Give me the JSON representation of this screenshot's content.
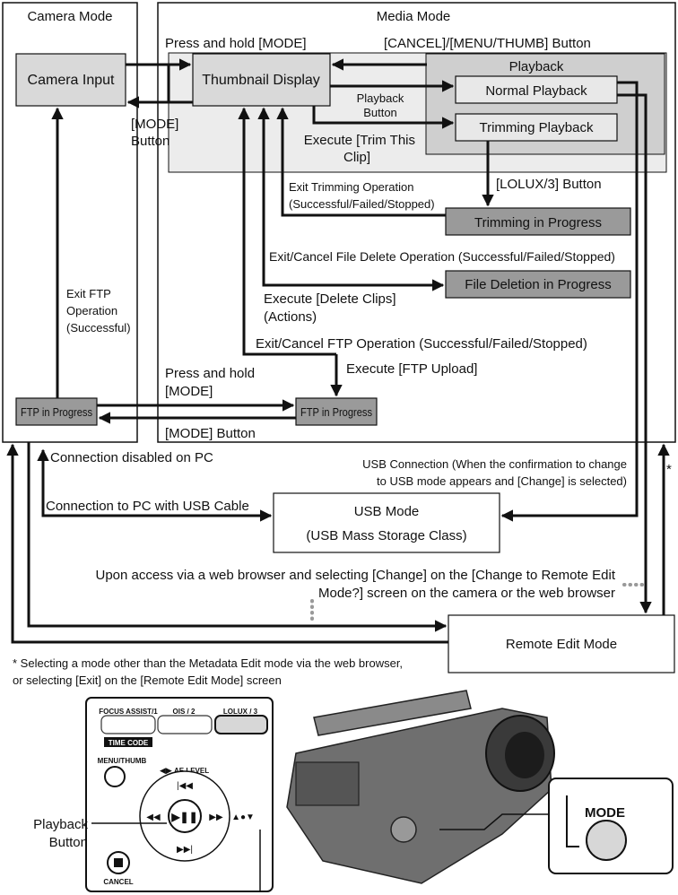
{
  "modes": {
    "camera": "Camera Mode",
    "media": "Media Mode",
    "usb": [
      "USB Mode",
      "(USB Mass Storage Class)"
    ],
    "remote": "Remote Edit Mode"
  },
  "boxes": {
    "camera_input": "Camera Input",
    "thumbnail": "Thumbnail Display",
    "playback": "Playback",
    "normal_playback": "Normal Playback",
    "trimming_playback": "Trimming Playback",
    "trimming_progress": "Trimming in Progress",
    "file_deletion": "File Deletion in Progress",
    "ftp_left": "FTP in Progress",
    "ftp_right": "FTP in Progress"
  },
  "labels": {
    "press_hold_mode_top": "Press and hold [MODE]",
    "cancel_menu_thumb": "[CANCEL]/[MENU/THUMB] Button",
    "mode_button": [
      "[MODE]",
      "Button"
    ],
    "playback_button": [
      "Playback",
      "Button"
    ],
    "execute_trim": [
      "Execute [Trim This",
      "Clip]"
    ],
    "lolux_button": "[LOLUX/3] Button",
    "exit_trimming": [
      "Exit Trimming Operation",
      "(Successful/Failed/Stopped)"
    ],
    "exit_file_delete": "Exit/Cancel File Delete Operation (Successful/Failed/Stopped)",
    "execute_delete": [
      "Execute [Delete Clips]",
      "(Actions)"
    ],
    "exit_ftp_success": [
      "Exit FTP",
      "Operation",
      "(Successful)"
    ],
    "exit_cancel_ftp": "Exit/Cancel FTP Operation (Successful/Failed/Stopped)",
    "execute_ftp": "Execute [FTP Upload]",
    "press_hold_mode_bottom": [
      "Press and hold",
      "[MODE]"
    ],
    "mode_button_bottom": "[MODE] Button",
    "connection_disabled": "Connection disabled on PC",
    "usb_connection": [
      "USB Connection (When the confirmation to change",
      "to USB mode appears and [Change] is selected)"
    ],
    "connection_usb_cable": "Connection to PC with USB Cable",
    "web_access": [
      "Upon access via a web browser and selecting [Change] on the [Change to Remote Edit",
      "Mode?] screen on the camera or the web browser"
    ],
    "star": "*"
  },
  "footnote": [
    "* Selecting a mode other than the Metadata Edit mode via the web browser,",
    "or selecting [Exit] on the [Remote Edit Mode] screen"
  ],
  "illustration": {
    "focus_assist": "FOCUS ASSIST/1",
    "ois": "OIS / 2",
    "lolux": "LOLUX / 3",
    "time_code": "TIME CODE",
    "menu_thumb": "MENU/THUMB",
    "ae_level": "AE LEVEL",
    "cancel": "CANCEL",
    "playback_button": [
      "Playback",
      "Button"
    ],
    "mode": "MODE"
  }
}
